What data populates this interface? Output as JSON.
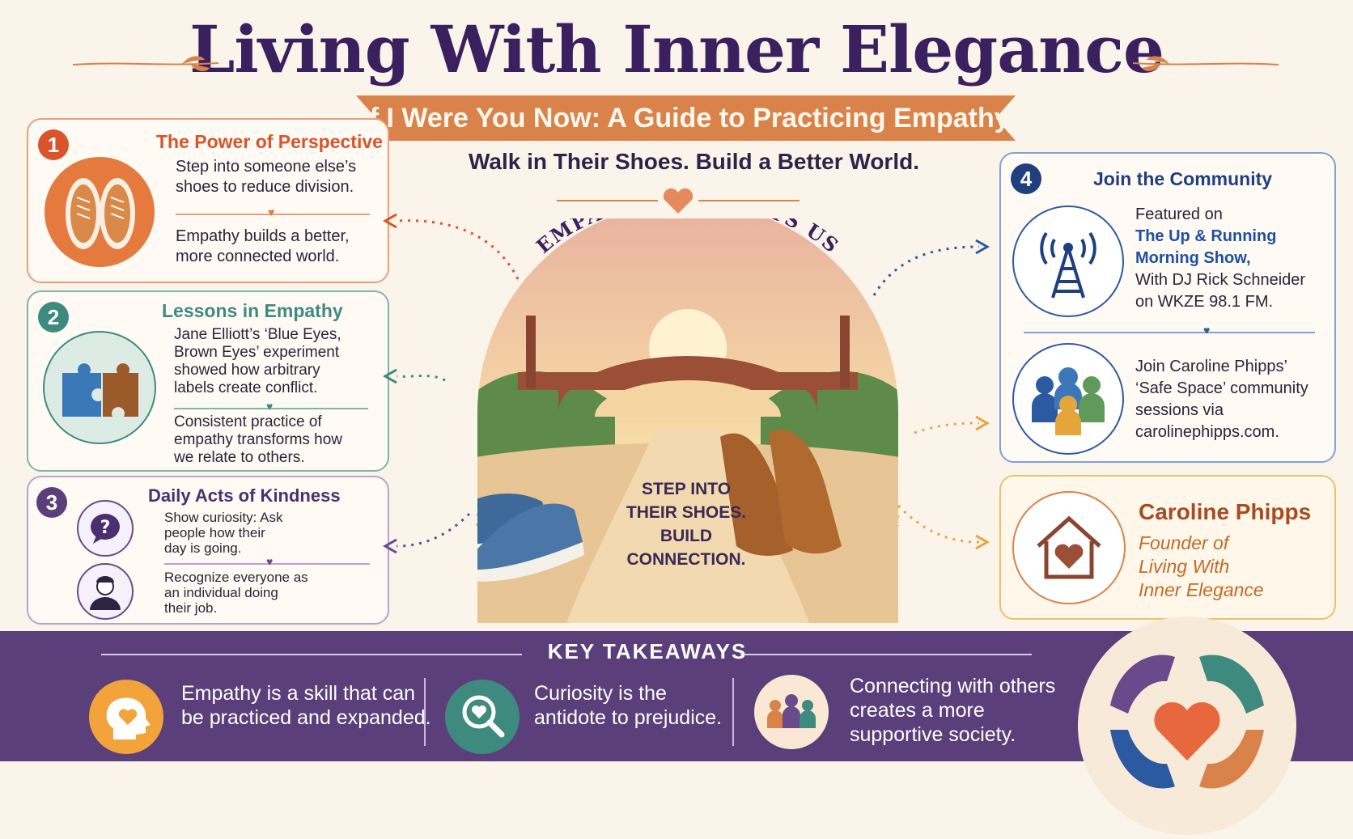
{
  "header": {
    "title": "Living With Inner Elegance",
    "subtitle": "If I Were You Now: A Guide to Practicing Empathy",
    "tagline": "Walk in Their Shoes. Build a Better World."
  },
  "center": {
    "arc_text": "EMPATHY CONNECTS US",
    "overlay_lines": [
      "STEP INTO",
      "THEIR SHOES.",
      "BUILD",
      "CONNECTION."
    ]
  },
  "cards": {
    "c1": {
      "number": "1",
      "title": "The Power of Perspective",
      "text1": [
        "Step into someone else’s",
        "shoes to reduce division."
      ],
      "text2": [
        "Empathy builds a better,",
        "more connected world."
      ]
    },
    "c2": {
      "number": "2",
      "title": "Lessons in Empathy",
      "text1": [
        "Jane Elliott’s ‘Blue Eyes,",
        "Brown Eyes’ experiment",
        "showed how arbitrary",
        "labels create conflict."
      ],
      "text2": [
        "Consistent practice of",
        "empathy transforms how",
        "we relate to others."
      ]
    },
    "c3": {
      "number": "3",
      "title": "Daily Acts of Kindness",
      "text1": [
        "Show curiosity: Ask",
        "people how their",
        "day is going."
      ],
      "text2": [
        "Recognize everyone as",
        "an individual doing",
        "their job."
      ]
    },
    "c4": {
      "number": "4",
      "title": "Join the Community",
      "featured": {
        "prefix": "Featured on",
        "show": [
          "The Up & Running",
          "Morning Show,"
        ],
        "rest": [
          "With DJ Rick Schneider",
          "on WKZE 98.1 FM."
        ]
      },
      "join": [
        "Join Caroline Phipps’",
        "‘Safe Space’ community",
        "sessions via",
        "carolinephipps.com."
      ]
    },
    "c5": {
      "name": "Caroline Phipps",
      "role": [
        "Founder of",
        "Living With",
        "Inner Elegance"
      ]
    }
  },
  "takeaways": {
    "title": "KEY TAKEAWAYS",
    "items": [
      {
        "lines": [
          "Empathy is a skill that can",
          "be practiced and expanded."
        ],
        "icon": "head-heart-icon"
      },
      {
        "lines": [
          "Curiosity is the",
          "antidote to prejudice."
        ],
        "icon": "magnifier-heart-icon"
      },
      {
        "lines": [
          "Connecting with others",
          "creates a more",
          "supportive society."
        ],
        "icon": "people-group-icon"
      }
    ]
  },
  "colors": {
    "purple": "#3b2060",
    "orange": "#d9824a",
    "teal": "#3f8a7f",
    "violet": "#6a4a8a",
    "blue": "#2c5aa0",
    "gold": "#e6b64a",
    "band": "#5a3f7a"
  }
}
